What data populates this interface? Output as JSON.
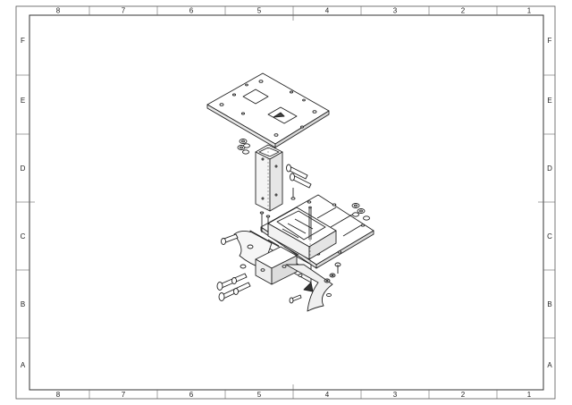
{
  "drawing": {
    "column_labels": [
      "8",
      "7",
      "6",
      "5",
      "4",
      "3",
      "2",
      "1"
    ],
    "row_labels": [
      "F",
      "E",
      "D",
      "C",
      "B",
      "A"
    ],
    "line_color": "#222222",
    "background": "#ffffff"
  }
}
